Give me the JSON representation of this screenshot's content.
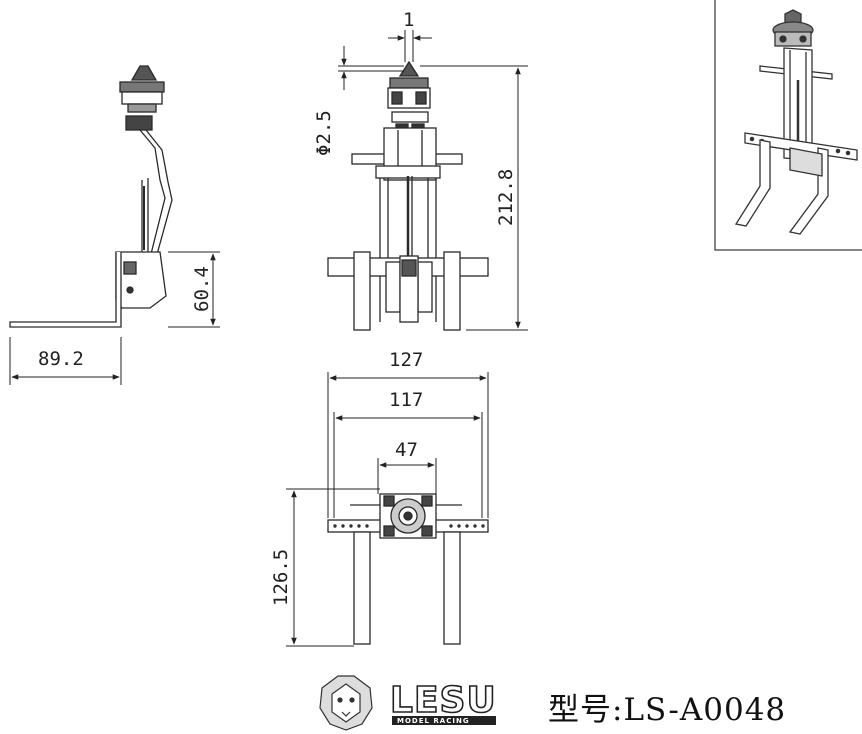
{
  "dimensions": {
    "side_width": "89.2",
    "side_height": "60.4",
    "front_gap": "1",
    "front_diameter": "Φ2.5",
    "front_height": "212.8",
    "top_width_127": "127",
    "top_width_117": "117",
    "top_width_47": "47",
    "top_height": "126.5"
  },
  "brand": {
    "name": "LESU",
    "tagline": "MODEL RACING",
    "model_label": "型号:LS-A0048"
  },
  "colors": {
    "line": "#2a2a2a",
    "dark_part": "#333333",
    "frame": "#444444"
  }
}
